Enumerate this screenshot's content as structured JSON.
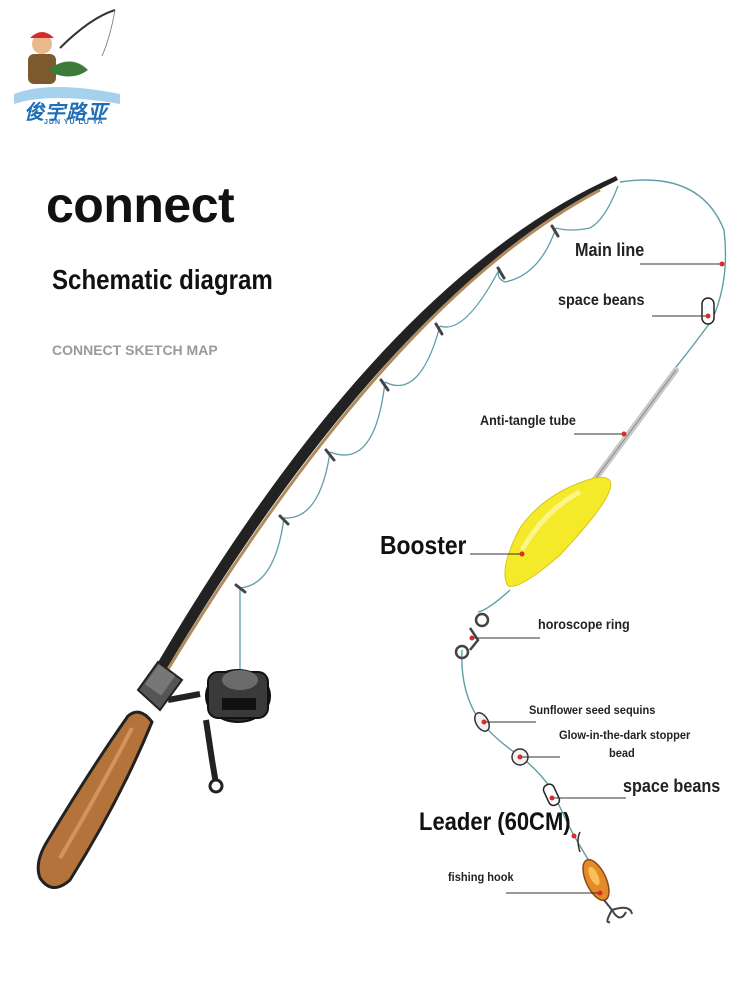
{
  "logo": {
    "text": "俊宇路亚",
    "subtext": "JUN YU LU YA"
  },
  "header": {
    "title": "connect",
    "subtitle": "Schematic diagram",
    "caption": "CONNECT SKETCH MAP"
  },
  "labels": {
    "main_line": "Main line",
    "space_beans_top": "space beans",
    "anti_tangle": "Anti-tangle tube",
    "booster": "Booster",
    "horoscope_ring": "horoscope ring",
    "sunflower": "Sunflower seed sequins",
    "glow_line1": "Glow-in-the-dark stopper",
    "glow_line2": "bead",
    "space_beans_bottom": "space beans",
    "leader": "Leader (60CM)",
    "hook": "fishing hook"
  },
  "colors": {
    "booster": "#f4ea2a",
    "handle": "#b4733a",
    "rod": "#8a6a45",
    "line": "#5f9ea8",
    "marker": "#d92b2b"
  }
}
